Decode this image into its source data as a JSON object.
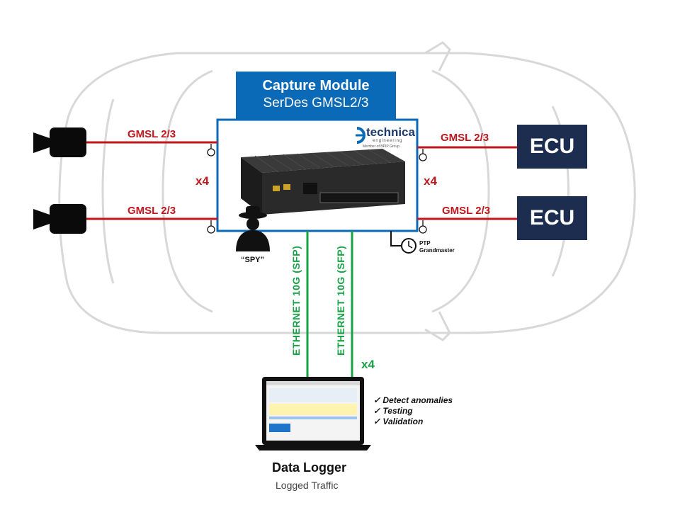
{
  "capture_module": {
    "title": "Capture Module",
    "subtitle": "SerDes GMSL2/3"
  },
  "brand": {
    "name": "technica",
    "sub": "engineering",
    "group": "Member of BPIP Group"
  },
  "links": {
    "left_top": "GMSL 2/3",
    "left_bottom": "GMSL 2/3",
    "right_top": "GMSL 2/3",
    "right_bottom": "GMSL 2/3"
  },
  "multipliers": {
    "left": "x4",
    "right": "x4",
    "ethernet": "x4"
  },
  "ecus": [
    "ECU",
    "ECU"
  ],
  "spy_label": "“SPY”",
  "ptp": {
    "line1": "PTP",
    "line2": "Grandmaster"
  },
  "ethernet_labels": [
    "ETHERNET 10G (SFP)",
    "ETHERNET 10G (SFP)"
  ],
  "checklist": [
    "✓ Detect anomalies",
    "✓ Testing",
    "✓ Validation"
  ],
  "data_logger": {
    "title": "Data Logger",
    "subtitle": "Logged Traffic"
  },
  "colors": {
    "gmsl_red": "#c0161c",
    "ethernet_green": "#17a345",
    "ecu_navy": "#1d2d4f",
    "module_blue": "#0a6ab8"
  }
}
